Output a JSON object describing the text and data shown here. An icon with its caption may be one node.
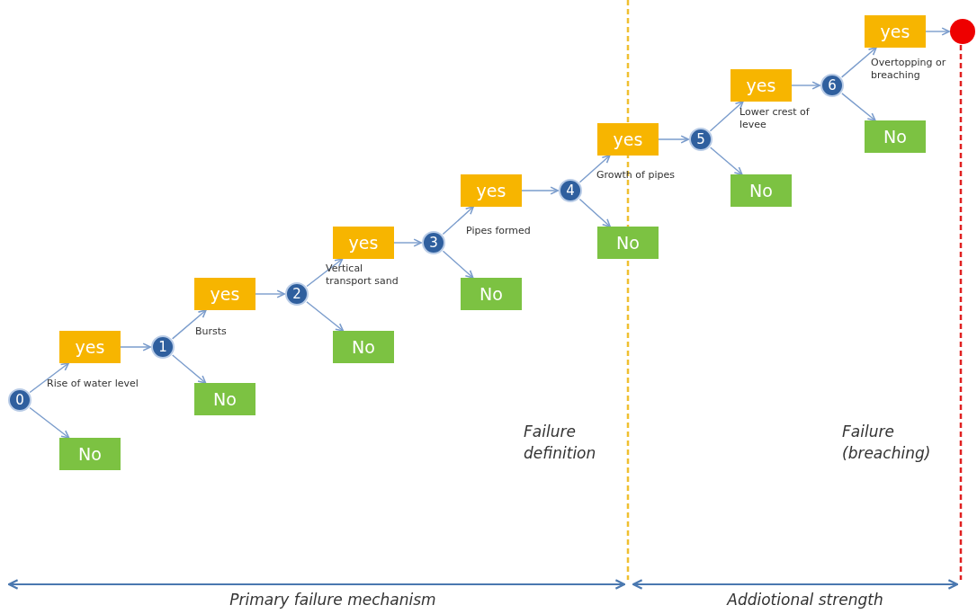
{
  "diagram": {
    "nodes": [
      {
        "text": [
          "0"
        ]
      },
      {
        "text": [
          "yes"
        ],
        "beside": [
          "Rise of water level"
        ]
      },
      {
        "text": [
          "No"
        ]
      },
      {
        "text": [
          "1"
        ]
      },
      {
        "text": [
          "yes"
        ],
        "beside": [
          "Bursts"
        ]
      },
      {
        "text": [
          "No"
        ]
      },
      {
        "text": [
          "2"
        ]
      },
      {
        "text": [
          "yes"
        ],
        "beside": [
          "Vertical transport sand"
        ]
      },
      {
        "text": [
          "No"
        ]
      },
      {
        "text": [
          "3"
        ]
      },
      {
        "text": [
          "yes"
        ],
        "beside": [
          "Pipes formed"
        ]
      },
      {
        "text": [
          "No"
        ]
      },
      {
        "text": [
          "4"
        ]
      },
      {
        "text": [
          "yes"
        ],
        "beside": [
          "Growth of pipes"
        ]
      },
      {
        "text": [
          "No"
        ]
      },
      {
        "text": [
          "5"
        ]
      },
      {
        "text": [
          "yes"
        ],
        "beside": [
          "Lower crest of levee"
        ]
      },
      {
        "text": [
          "No"
        ]
      },
      {
        "text": [
          "6"
        ]
      },
      {
        "text": [
          "yes"
        ],
        "beside": [
          "Overtopping or breaching"
        ]
      },
      {
        "text": [
          "No"
        ]
      },
      {
        "text": [],
        "shape": "circle"
      }
    ],
    "edges": [
      {
        "from": 0,
        "to": 1,
        "arrow": "to"
      },
      {
        "from": 0,
        "to": 2,
        "arrow": "to"
      },
      {
        "from": 1,
        "to": 3,
        "arrow": "to"
      },
      {
        "from": 3,
        "to": 4,
        "arrow": "to"
      },
      {
        "from": 3,
        "to": 5,
        "arrow": "to"
      },
      {
        "from": 4,
        "to": 6,
        "arrow": "to"
      },
      {
        "from": 6,
        "to": 7,
        "arrow": "to"
      },
      {
        "from": 6,
        "to": 8,
        "arrow": "to"
      },
      {
        "from": 7,
        "to": 9,
        "arrow": "to"
      },
      {
        "from": 9,
        "to": 10,
        "arrow": "to"
      },
      {
        "from": 9,
        "to": 11,
        "arrow": "to"
      },
      {
        "from": 10,
        "to": 12,
        "arrow": "to"
      },
      {
        "from": 12,
        "to": 13,
        "arrow": "to"
      },
      {
        "from": 12,
        "to": 14,
        "arrow": "to"
      },
      {
        "from": 13,
        "to": 15,
        "arrow": "to"
      },
      {
        "from": 15,
        "to": 16,
        "arrow": "to"
      },
      {
        "from": 15,
        "to": 17,
        "arrow": "to"
      },
      {
        "from": 16,
        "to": 18,
        "arrow": "to"
      },
      {
        "from": 18,
        "to": 19,
        "arrow": "to"
      },
      {
        "from": 18,
        "to": 20,
        "arrow": "to"
      },
      {
        "from": 19,
        "to": 21,
        "arrow": "to"
      }
    ],
    "labels": [
      "Failure definition",
      "Failure (breaching)",
      "Primary failure mechanism",
      "Addiotional strength"
    ]
  }
}
